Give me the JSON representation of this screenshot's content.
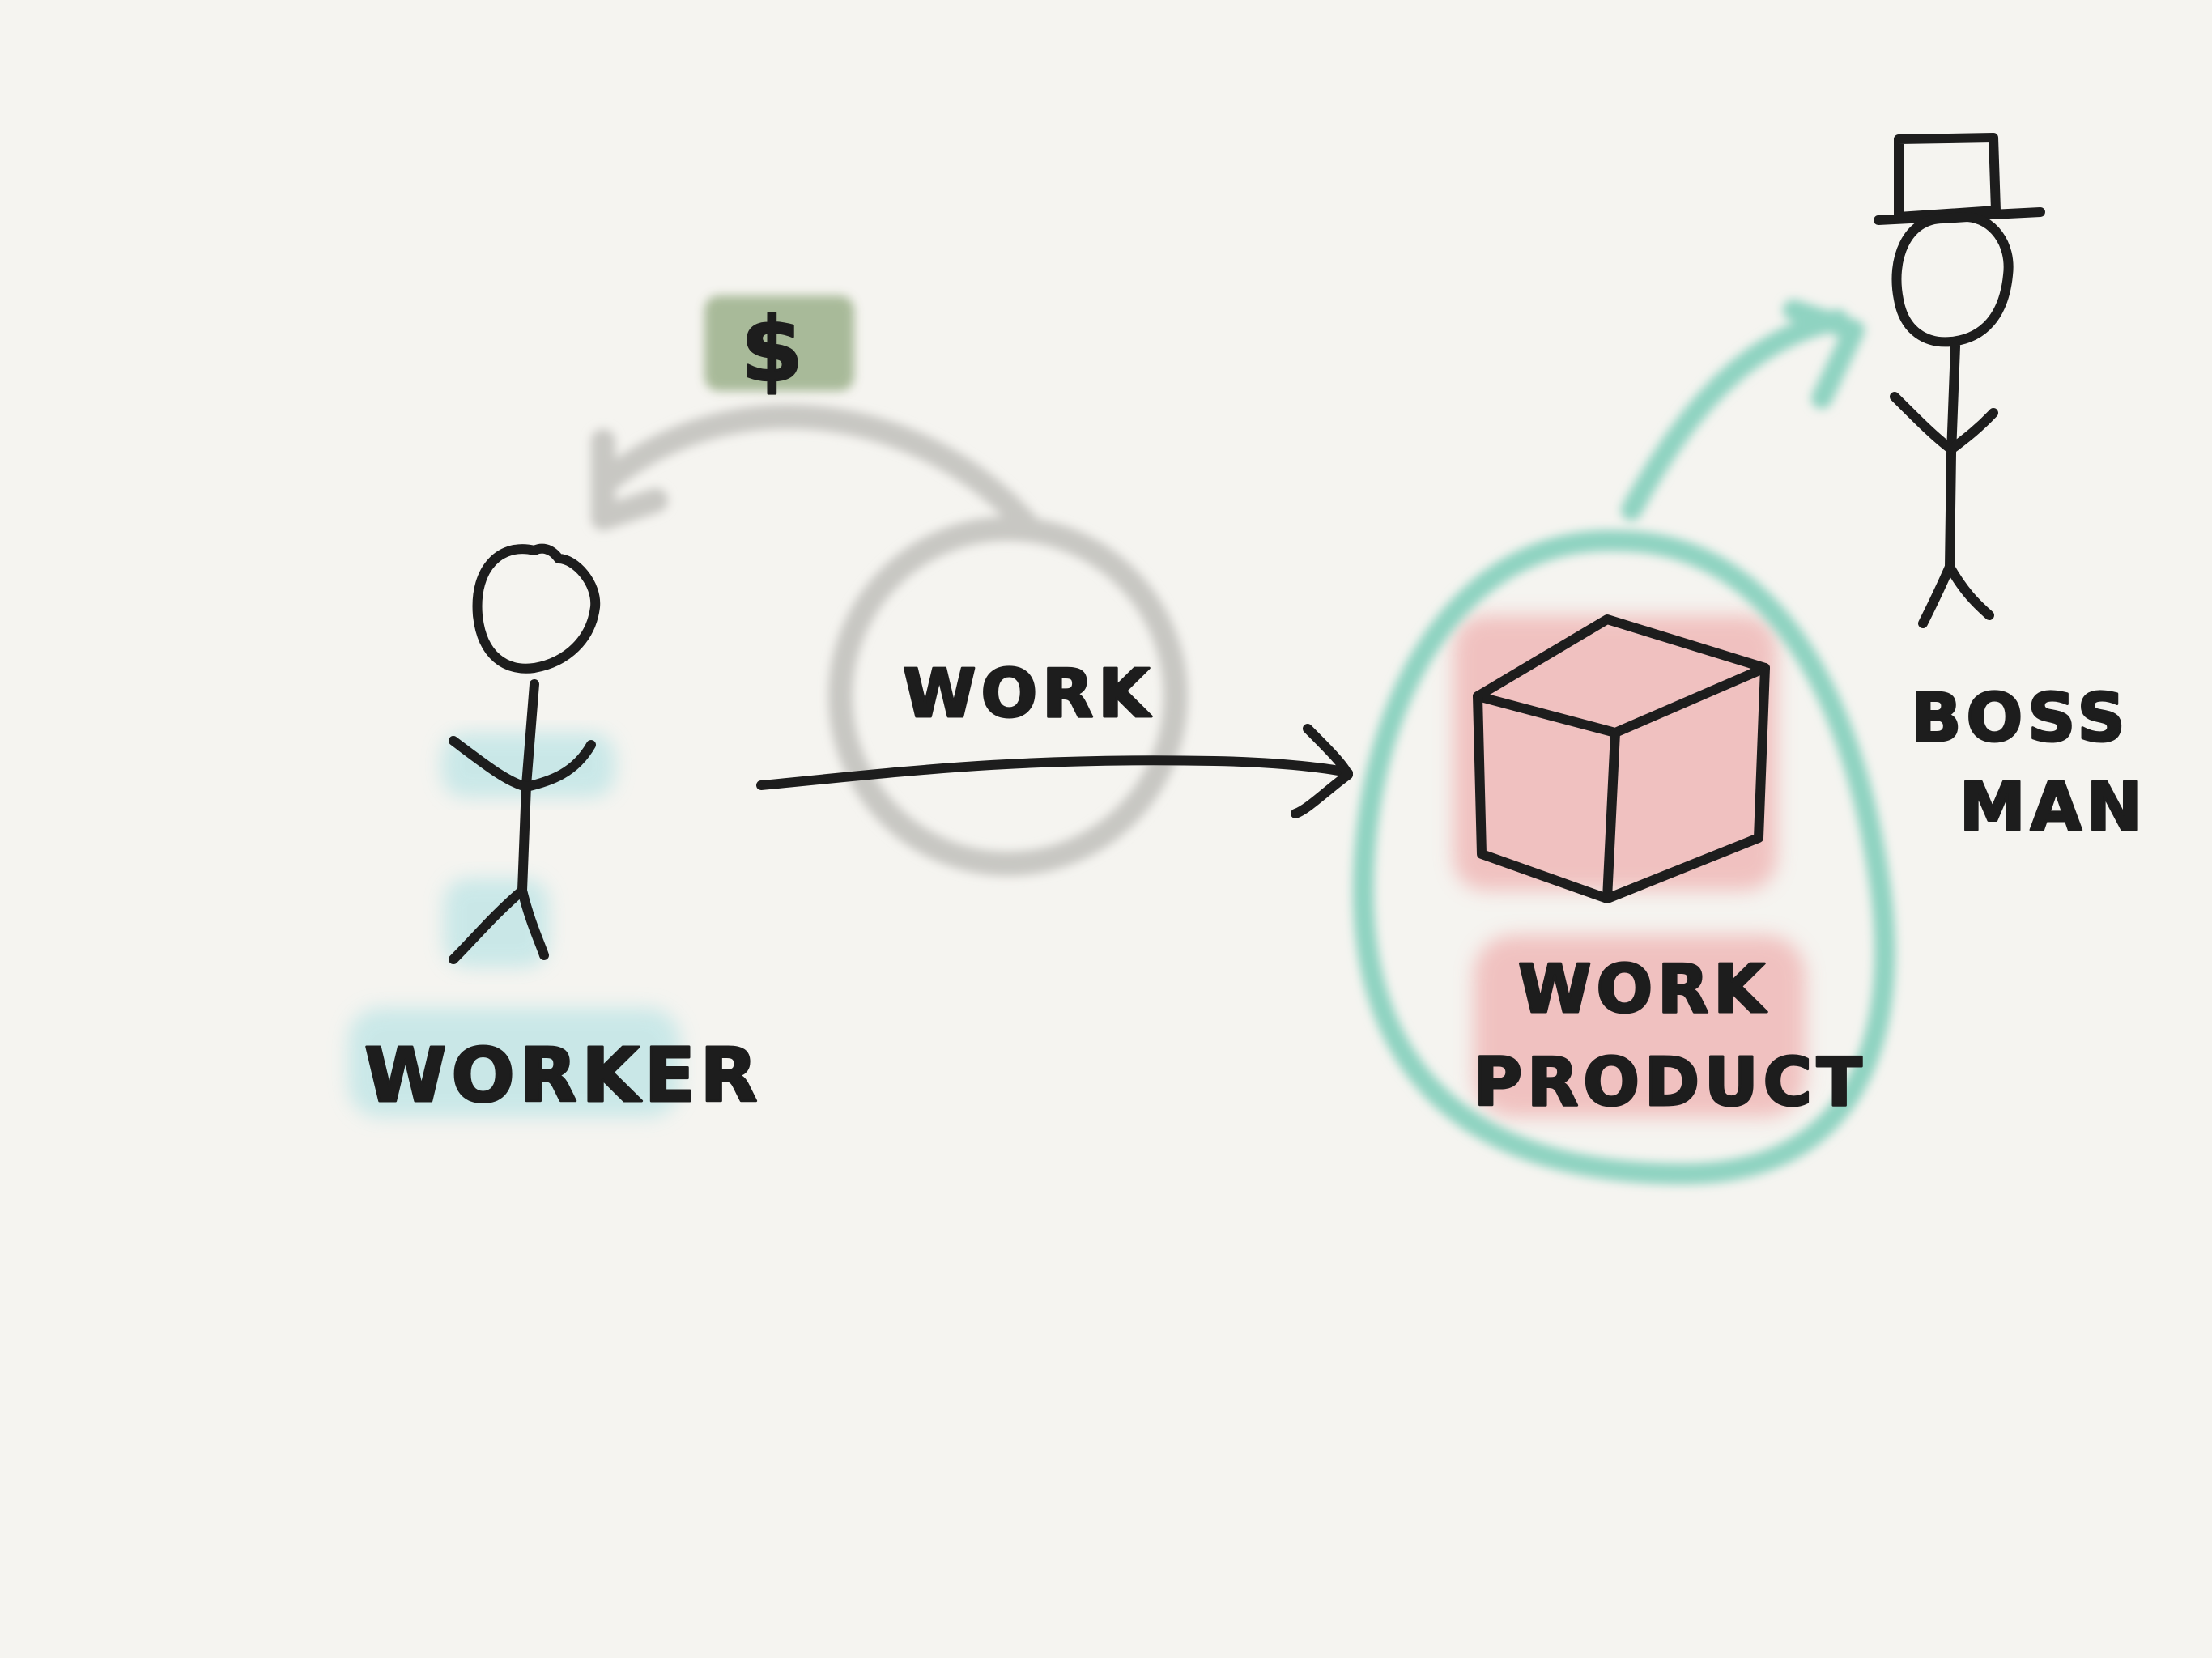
{
  "labels": {
    "worker": "WORKER",
    "work": "WORK",
    "dollar": "$",
    "work_product_line1": "WORK",
    "work_product_line2": "PRODUCT",
    "boss_line1": "BOSS",
    "boss_line2": "MAN"
  },
  "colors": {
    "background": "#f5f4f0",
    "ink": "#1d1d1d",
    "worker_highlight": "#bfe5e6",
    "money_highlight": "#9bb08a",
    "work_loop_gray": "#c8c7c3",
    "product_red": "#efb1b0",
    "product_teal": "#8fd3c1"
  }
}
